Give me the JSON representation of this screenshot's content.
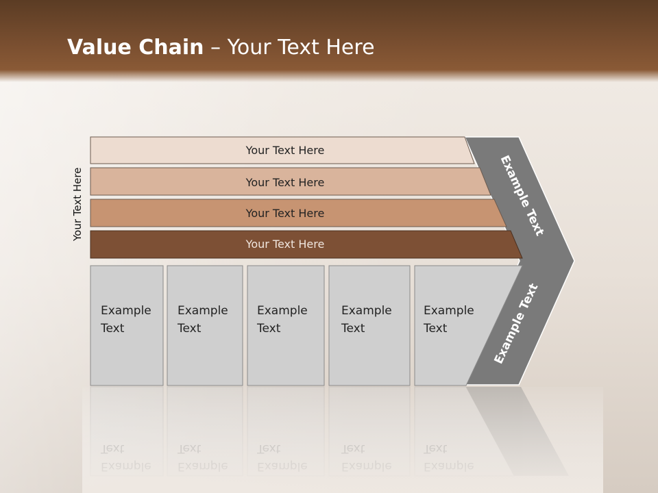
{
  "slide": {
    "title_bold": "Value Chain",
    "title_rest": " – Your Text Here",
    "side_label": "Your Text Here"
  },
  "bars": [
    {
      "label": "Your Text Here",
      "color": "#eddcd0"
    },
    {
      "label": "Your Text Here",
      "color": "#d9b49c"
    },
    {
      "label": "Your Text Here",
      "color": "#c79472"
    },
    {
      "label": "Your Text Here",
      "color": "#7d5035"
    }
  ],
  "boxes": [
    {
      "line1": "Example",
      "line2": "Text"
    },
    {
      "line1": "Example",
      "line2": "Text"
    },
    {
      "line1": "Example",
      "line2": "Text"
    },
    {
      "line1": "Example",
      "line2": "Text"
    },
    {
      "line1": "Example",
      "line2": "Text"
    }
  ],
  "chevron": {
    "upper_label": "Example Text",
    "lower_label": "Example Text",
    "color": "#7a7a7a"
  },
  "colors": {
    "box_fill": "#cfcfcf",
    "header": "#7a4f30"
  }
}
